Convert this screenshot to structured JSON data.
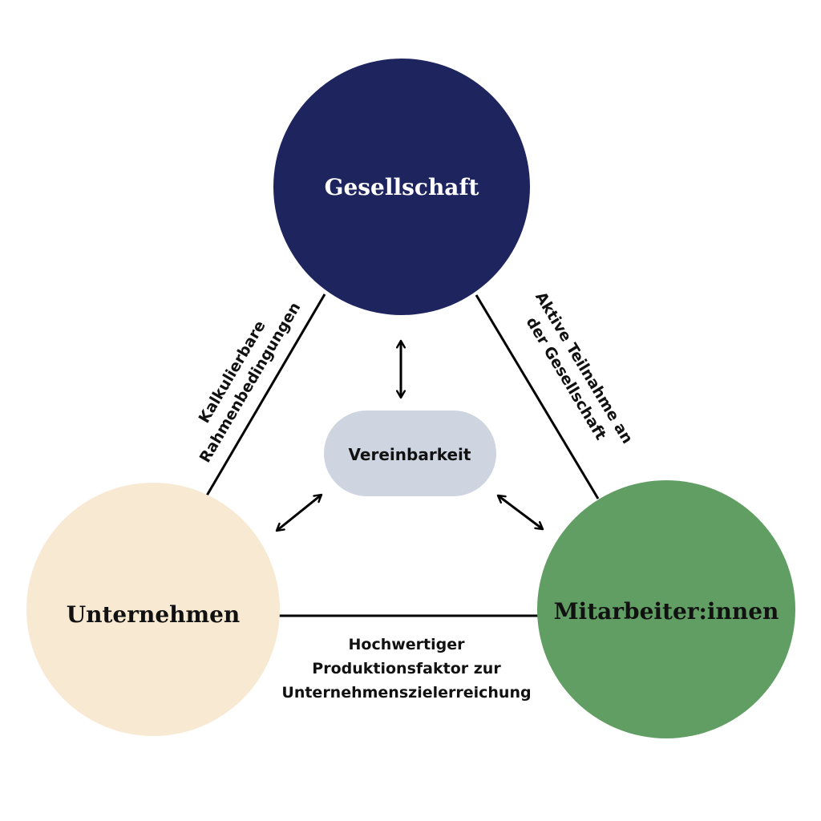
{
  "diagram": {
    "type": "relationship-triangle",
    "nodes": {
      "top": {
        "label": "Gesellschaft",
        "fill": "#1e245e",
        "text_color": "#ffffff"
      },
      "left": {
        "label": "Unternehmen",
        "fill": "#f8e9d2",
        "text_color": "#111111"
      },
      "right": {
        "label": "Mitarbeiter:innen",
        "fill": "#619e63",
        "text_color": "#111111"
      },
      "center": {
        "label": "Vereinbarkeit",
        "fill": "#ced5e0",
        "text_color": "#111111"
      }
    },
    "edges": {
      "top_left": {
        "lines": [
          "Kalkulierbare",
          "Rahmenbedingungen"
        ]
      },
      "top_right": {
        "lines": [
          "Aktive Teilnahme an",
          "der Gesellschaft"
        ]
      },
      "left_right": {
        "lines": [
          "Hochwertiger",
          "Produktionsfaktor zur",
          "Unternehmenszielerreichung"
        ]
      }
    },
    "arrows": [
      {
        "from": "center",
        "to": "top",
        "bidirectional": true
      },
      {
        "from": "center",
        "to": "left",
        "bidirectional": true
      },
      {
        "from": "center",
        "to": "right",
        "bidirectional": true
      }
    ],
    "line_color": "#000000"
  }
}
